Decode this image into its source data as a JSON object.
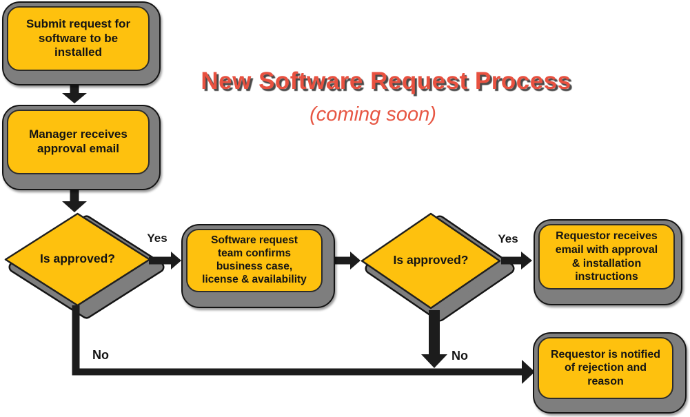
{
  "title": {
    "text": "New Software Request Process",
    "subtitle": "(coming soon)"
  },
  "nodes": {
    "submit": {
      "label": "Submit request for\nsoftware to be\ninstalled"
    },
    "manager": {
      "label": "Manager receives\napproval email"
    },
    "decision1": {
      "label": "Is approved?"
    },
    "team": {
      "label": "Software request\nteam confirms\nbusiness case,\nlicense & availability"
    },
    "decision2": {
      "label": "Is approved?"
    },
    "approved": {
      "label": "Requestor receives\nemail with approval\n& installation\ninstructions"
    },
    "rejected": {
      "label": "Requestor is notified\nof rejection and\nreason"
    }
  },
  "edge_labels": {
    "decision1_yes": "Yes",
    "decision1_no": "No",
    "decision2_yes": "Yes",
    "decision2_no": "No"
  },
  "colors": {
    "node_fill": "#fec10e",
    "node_shadow": "#7e7e7e",
    "connector": "#1c1c1c",
    "title_red": "#e85140",
    "subtitle_red": "#e75744"
  }
}
